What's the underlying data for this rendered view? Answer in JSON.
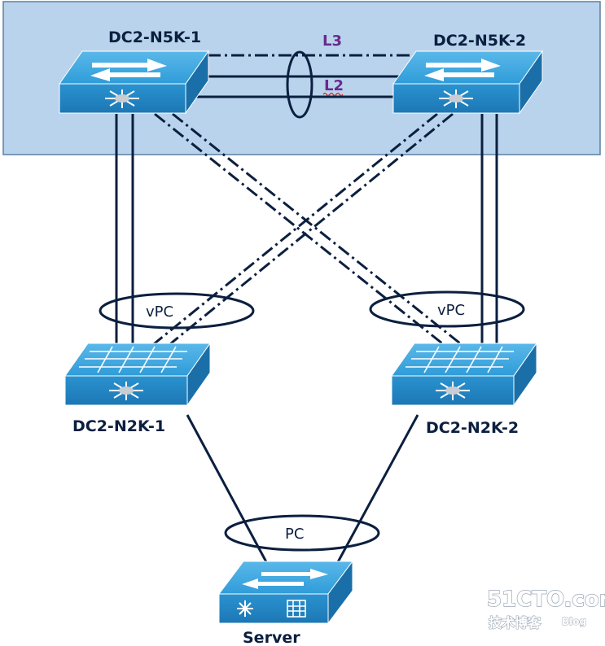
{
  "devices": {
    "n5k1": {
      "name": "DC2-N5K-1",
      "icon": "layer3-switch-icon"
    },
    "n5k2": {
      "name": "DC2-N5K-2",
      "icon": "layer3-switch-icon"
    },
    "n2k1": {
      "name": "DC2-N2K-1",
      "icon": "fabric-extender-icon"
    },
    "n2k2": {
      "name": "DC2-N2K-2",
      "icon": "fabric-extender-icon"
    },
    "server": {
      "name": "Server",
      "icon": "server-switch-icon"
    }
  },
  "links": {
    "l3": "L3",
    "l2": "L2"
  },
  "bundles": {
    "vpc_left": "vPC",
    "vpc_right": "vPC",
    "pc": "PC"
  },
  "watermark": {
    "brand": "51CTO.com",
    "tagline": "技术博客",
    "suffix": "Blog"
  },
  "colors": {
    "top_panel": "#b9d3ec",
    "device_blue": "#2d9ad6",
    "link": "#0b1f3f",
    "link_label": "#6a2a8e"
  }
}
